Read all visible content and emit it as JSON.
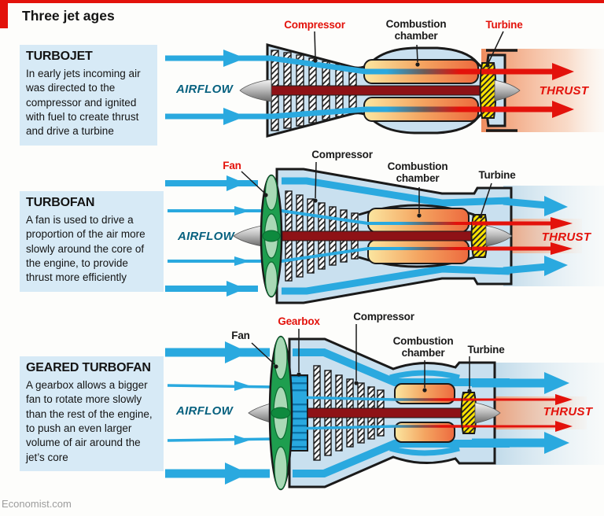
{
  "header": {
    "title": "Three jet ages"
  },
  "colors": {
    "accent_red": "#E3120B",
    "airflow_blue": "#2AA9DF",
    "airflow_text": "#07617F",
    "thrust_red": "#E3120B",
    "infobox_blue": "#D7EAF6",
    "turbine_yellow": "#FFE400",
    "fan_green": "#1E9E4F",
    "gearbox_blue": "#29A9E0"
  },
  "sections": [
    {
      "id": "turbojet",
      "heading": "TURBOJET",
      "description": "In early jets incoming air was directed to the compressor and ignited with fuel to create thrust and drive a turbine",
      "airflow_label": "AIRFLOW",
      "thrust_label": "THRUST",
      "labels": {
        "compressor": "Compressor",
        "combustion_line1": "Combustion",
        "combustion_line2": "chamber",
        "turbine": "Turbine"
      }
    },
    {
      "id": "turbofan",
      "heading": "TURBOFAN",
      "description": "A fan is used to drive a proportion of the air more slowly around the core of the engine, to provide thrust more efficiently",
      "airflow_label": "AIRFLOW",
      "thrust_label": "THRUST",
      "labels": {
        "fan": "Fan",
        "compressor": "Compressor",
        "combustion_line1": "Combustion",
        "combustion_line2": "chamber",
        "turbine": "Turbine"
      }
    },
    {
      "id": "geared_turbofan",
      "heading": "GEARED TURBOFAN",
      "description": "A gearbox allows a bigger fan to rotate more slowly than the rest of the engine, to push an even larger volume of air around the jet’s core",
      "airflow_label": "AIRFLOW",
      "thrust_label": "THRUST",
      "labels": {
        "fan": "Fan",
        "gearbox": "Gearbox",
        "compressor": "Compressor",
        "combustion_line1": "Combustion",
        "combustion_line2": "chamber",
        "turbine": "Turbine"
      }
    }
  ],
  "footer": {
    "source": "Economist.com"
  }
}
